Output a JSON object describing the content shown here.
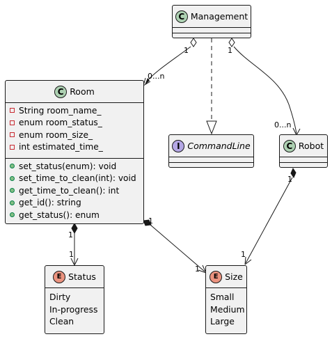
{
  "classes": {
    "management": {
      "stereotype": "C",
      "name": "Management"
    },
    "room": {
      "stereotype": "C",
      "name": "Room",
      "fields": [
        "String room_name_",
        "enum room_status_",
        "enum room_size_",
        "int estimated_time_"
      ],
      "methods": [
        "set_status(enum): void",
        "set_time_to_clean(int): void",
        "get_time_to_clean(): int",
        "get_id(): string",
        "get_status(): enum"
      ]
    },
    "commandline": {
      "stereotype": "I",
      "name": "CommandLine"
    },
    "robot": {
      "stereotype": "C",
      "name": "Robot"
    },
    "status": {
      "stereotype": "E",
      "name": "Status",
      "values": [
        "Dirty",
        "In-progress",
        "Clean"
      ]
    },
    "size": {
      "stereotype": "E",
      "name": "Size",
      "values": [
        "Small",
        "Medium",
        "Large"
      ]
    }
  },
  "relations": {
    "management_room": {
      "from_mult": "1",
      "to_mult": "0...n"
    },
    "management_robot": {
      "from_mult": "1",
      "to_mult": "0...n"
    },
    "room_status": {
      "from_mult": "1",
      "to_mult": "1"
    },
    "room_size": {
      "from_mult": "1",
      "to_mult": "1"
    },
    "robot_size": {
      "from_mult": "1",
      "to_mult": "1"
    }
  }
}
